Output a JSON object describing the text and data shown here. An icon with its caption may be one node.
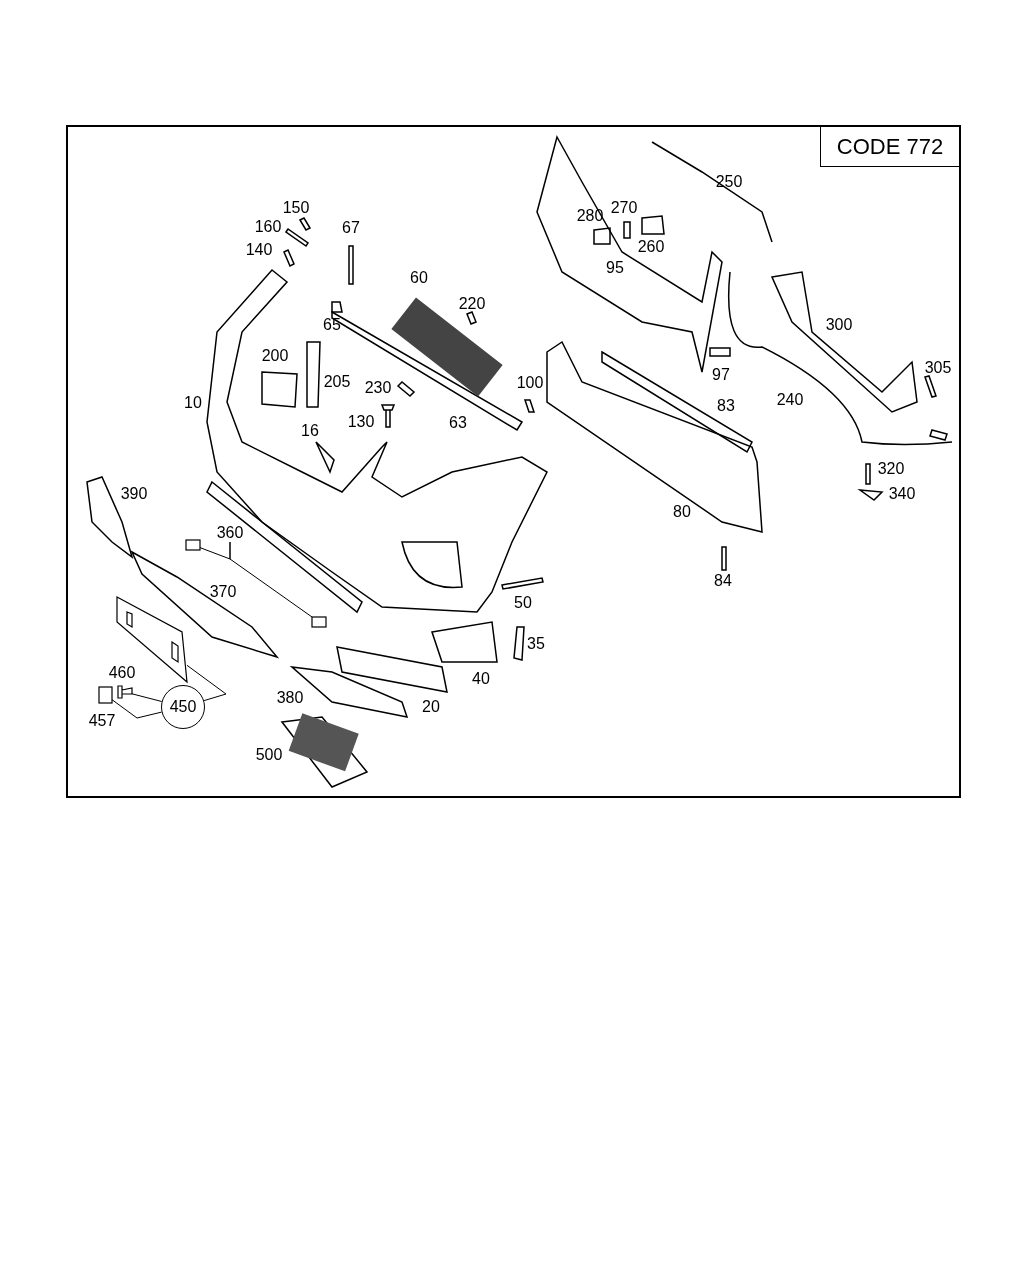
{
  "diagram": {
    "nodes": [
      {
        "text": [
          "CODE 772"
        ]
      },
      {
        "text": [
          "450"
        ]
      },
      {
        "text": [
          "360"
        ]
      },
      {
        "text": [],
        "shape": "box"
      },
      {
        "text": [],
        "shape": "box"
      },
      {
        "text": [],
        "shape": "picture"
      },
      {
        "text": [],
        "shape": "picture"
      },
      {
        "text": [],
        "shape": "box"
      }
    ],
    "edges": [
      {
        "from": 1,
        "to": 5,
        "arrow": "none"
      },
      {
        "from": 1,
        "to": 6,
        "arrow": "none"
      },
      {
        "from": 1,
        "to": 7,
        "arrow": "none"
      },
      {
        "from": 2,
        "to": 3,
        "arrow": "none"
      },
      {
        "from": 2,
        "to": 4,
        "arrow": "none"
      }
    ],
    "labels": [
      "250",
      "150",
      "280",
      "270",
      "160",
      "67",
      "140",
      "260",
      "95",
      "60",
      "220",
      "65",
      "300",
      "200",
      "305",
      "97",
      "205",
      "230",
      "100",
      "10",
      "240",
      "83",
      "130",
      "63",
      "16",
      "320",
      "390",
      "340",
      "80",
      "370",
      "84",
      "50",
      "35",
      "460",
      "40",
      "380",
      "20",
      "457",
      "500"
    ]
  }
}
